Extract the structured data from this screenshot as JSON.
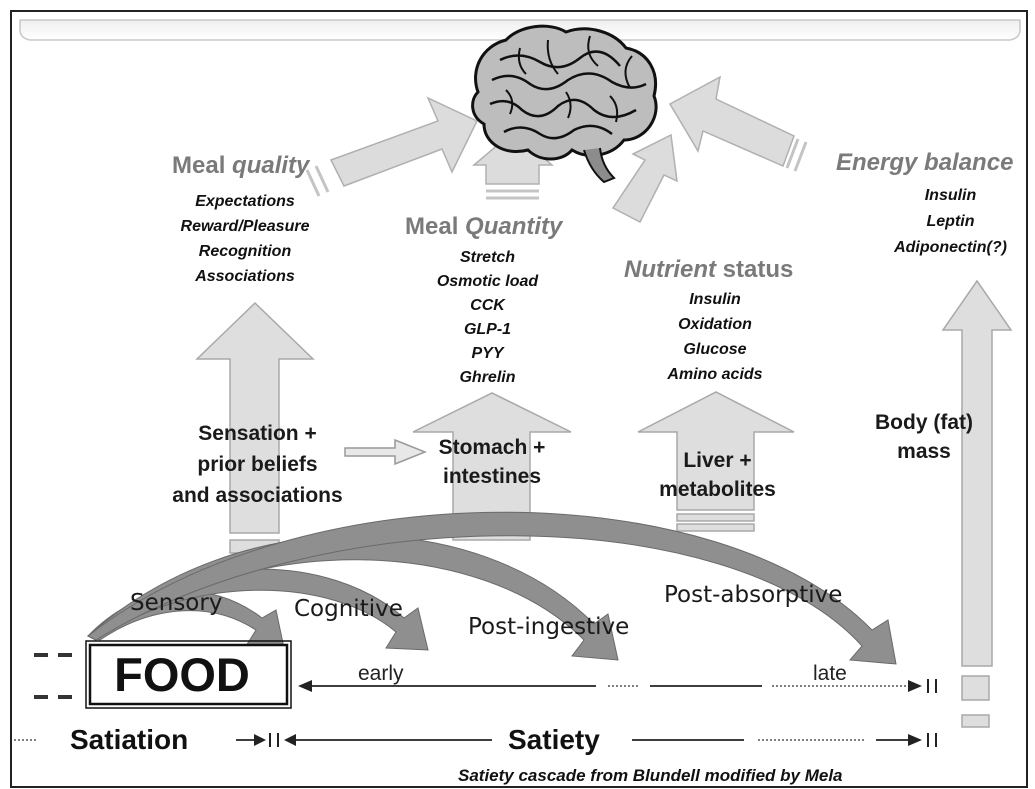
{
  "meal_quality": {
    "title_a": "Meal ",
    "title_b": "quality",
    "items": [
      "Expectations",
      "Reward/Pleasure",
      "Recognition",
      "Associations"
    ]
  },
  "meal_quantity": {
    "title_a": "Meal ",
    "title_b": "Quantity",
    "items": [
      "Stretch",
      "Osmotic load",
      "CCK",
      "GLP-1",
      "PYY",
      "Ghrelin"
    ]
  },
  "nutrient_status": {
    "title_a": "Nutrient",
    "title_b": " status",
    "items": [
      "Insulin",
      "Oxidation",
      "Glucose",
      "Amino acids"
    ]
  },
  "energy_balance": {
    "title": "Energy balance",
    "items": [
      "Insulin",
      "Leptin",
      "Adiponectin(?)"
    ]
  },
  "boxes": {
    "sensation": [
      "Sensation +",
      "prior beliefs",
      "and associations"
    ],
    "stomach": [
      "Stomach +",
      "intestines"
    ],
    "liver": [
      "Liver +",
      "metabolites"
    ],
    "body": [
      "Body (fat)",
      "mass"
    ]
  },
  "phases": {
    "sensory": "Sensory",
    "cognitive": "Cognitive",
    "post_ingestive": "Post-ingestive",
    "post_absorptive": "Post-absorptive"
  },
  "timeline": {
    "food": "FOOD",
    "early": "early",
    "late": "late"
  },
  "bottom": {
    "satiation": "Satiation",
    "satiety": "Satiety"
  },
  "caption": "Satiety cascade from Blundell modified by Mela",
  "colors": {
    "arrow_fill": "#e0e0e0",
    "arrow_stroke": "#aaaaaa",
    "curve_fill": "#8f8f8f",
    "heading_gray": "#7a7a7a",
    "text_dark": "#111111"
  },
  "icons": [
    "brain-icon"
  ]
}
